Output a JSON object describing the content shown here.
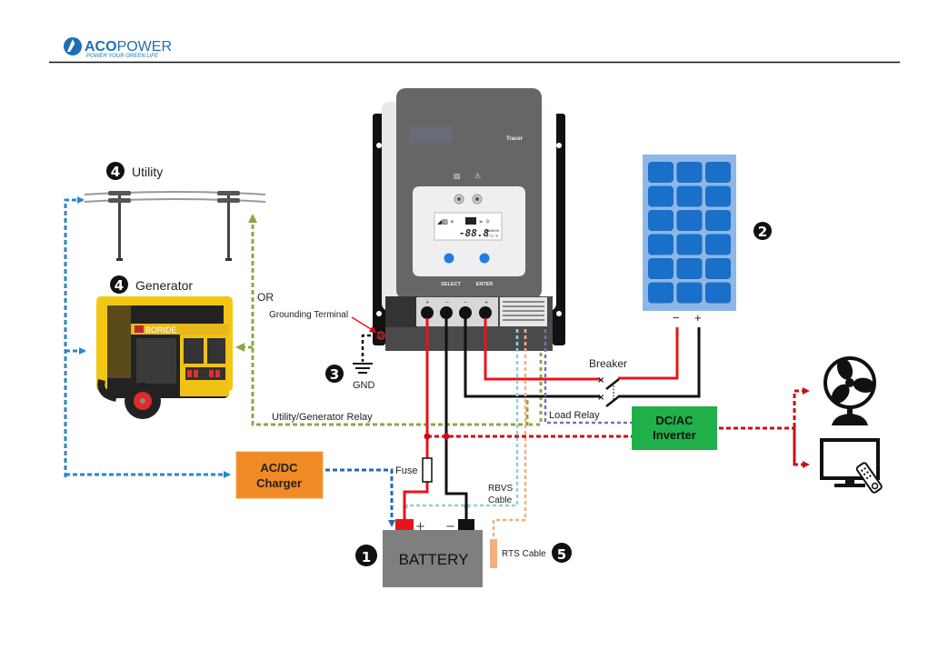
{
  "header": {
    "brand_name": "ACOPOWER",
    "brand_name_part1": "ACO",
    "brand_name_part2": "POWER",
    "tagline": "POWER YOUR GREEN LIFE",
    "brand_color": "#1f6fb5"
  },
  "controller": {
    "model_label": "Tracer",
    "button_select": "SELECT",
    "button_enter": "ENTER",
    "lcd_reading": "-88.8",
    "lcd_units_top": "AkWh%",
    "lcd_units_bottom": "V °C °F",
    "terminal_labels": [
      "+",
      "−",
      "−",
      "+"
    ],
    "grounding_terminal_label": "Grounding Terminal"
  },
  "components": {
    "battery": {
      "label": "BATTERY",
      "number": "1",
      "plus": "+",
      "minus": "−"
    },
    "solar_panel": {
      "number": "2",
      "minus": "−",
      "plus": "+"
    },
    "ground": {
      "number": "3",
      "label": "GND"
    },
    "utility": {
      "number": "4",
      "label": "Utility"
    },
    "generator": {
      "number": "4",
      "label": "Generator",
      "brand": "BORIDE"
    },
    "rts": {
      "number": "5",
      "label": "RTS Cable"
    },
    "charger": {
      "line1": "AC/DC",
      "line2": "Charger",
      "color": "#f08a24"
    },
    "inverter": {
      "line1": "DC/AC",
      "line2": "Inverter",
      "color": "#1fb04a"
    }
  },
  "labels": {
    "or": "OR",
    "breaker": "Breaker",
    "load_relay": "Load Relay",
    "utility_generator_relay": "Utility/Generator Relay",
    "fuse": "Fuse",
    "rbvs_line1": "RBVS",
    "rbvs_line2": "Cable"
  },
  "colors": {
    "positive_wire": "#e8141b",
    "negative_wire": "#111111",
    "ac_load_line": "#c8101a",
    "charger_line": "#2a66b0",
    "relay_green_line": "#8aa84a",
    "load_relay_line": "#7a72b0",
    "rbvs_line": "#8fd0dc",
    "rts_line": "#f2b07a"
  }
}
